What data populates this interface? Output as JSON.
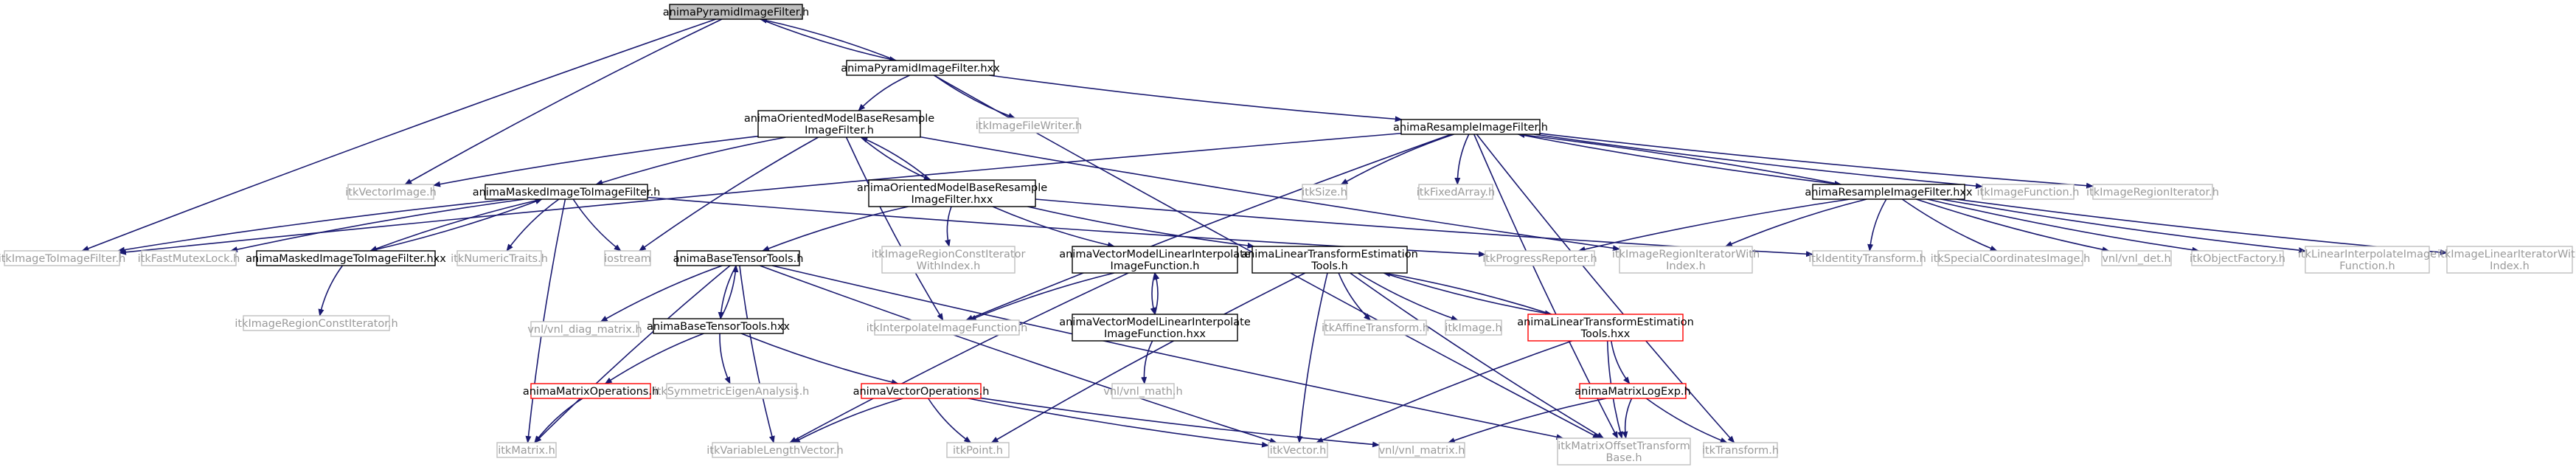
{
  "diagram": {
    "colors": {
      "edge": "#191970",
      "root_fill": "#bfbfbf",
      "documented_border": "#000000",
      "external_border": "#bfbfbf",
      "external_text": "#9a9a9a",
      "partial_border": "#ff0000"
    },
    "nodes": [
      {
        "id": "n_root",
        "kind": "root",
        "lines": [
          "animaPyramidImageFilter.h"
        ]
      },
      {
        "id": "n_pyr_hxx",
        "kind": "doc",
        "lines": [
          "animaPyramidImageFilter.hxx"
        ]
      },
      {
        "id": "n_omb",
        "kind": "doc",
        "lines": [
          "animaOrientedModelBaseResample",
          "ImageFilter.h"
        ]
      },
      {
        "id": "n_filewriter",
        "kind": "sys",
        "lines": [
          "itkImageFileWriter.h"
        ]
      },
      {
        "id": "n_resample_h",
        "kind": "doc",
        "lines": [
          "animaResampleImageFilter.h"
        ]
      },
      {
        "id": "n_vecimg",
        "kind": "sys",
        "lines": [
          "itkVectorImage.h"
        ]
      },
      {
        "id": "n_masked_h",
        "kind": "doc",
        "lines": [
          "animaMaskedImageToImageFilter.h"
        ]
      },
      {
        "id": "n_omb_hxx",
        "kind": "doc",
        "lines": [
          "animaOrientedModelBaseResample",
          "ImageFilter.hxx"
        ]
      },
      {
        "id": "n_size",
        "kind": "sys",
        "lines": [
          "itkSize.h"
        ]
      },
      {
        "id": "n_fixed",
        "kind": "sys",
        "lines": [
          "itkFixedArray.h"
        ]
      },
      {
        "id": "n_resample_hxx",
        "kind": "doc",
        "lines": [
          "animaResampleImageFilter.hxx"
        ]
      },
      {
        "id": "n_imgfunc",
        "kind": "sys",
        "lines": [
          "itkImageFunction.h"
        ]
      },
      {
        "id": "n_imgregit",
        "kind": "sys",
        "lines": [
          "itkImageRegionIterator.h"
        ]
      },
      {
        "id": "n_img2img",
        "kind": "sys",
        "lines": [
          "itkImageToImageFilter.h"
        ]
      },
      {
        "id": "n_fastmutex",
        "kind": "sys",
        "lines": [
          "itkFastMutexLock.h"
        ]
      },
      {
        "id": "n_masked_hxx",
        "kind": "doc",
        "lines": [
          "animaMaskedImageToImageFilter.hxx"
        ]
      },
      {
        "id": "n_numtraits",
        "kind": "sys",
        "lines": [
          "itkNumericTraits.h"
        ]
      },
      {
        "id": "n_iostream",
        "kind": "sys",
        "lines": [
          "iostream"
        ]
      },
      {
        "id": "n_progress",
        "kind": "sys",
        "lines": [
          "itkProgressReporter.h"
        ]
      },
      {
        "id": "n_regitidx",
        "kind": "sys",
        "lines": [
          "itkImageRegionIteratorWith",
          "Index.h"
        ]
      },
      {
        "id": "n_identity",
        "kind": "sys",
        "lines": [
          "itkIdentityTransform.h"
        ]
      },
      {
        "id": "n_specialcoord",
        "kind": "sys",
        "lines": [
          "itkSpecialCoordinatesImage.h"
        ]
      },
      {
        "id": "n_vnldet",
        "kind": "sys",
        "lines": [
          "vnl/vnl_det.h"
        ]
      },
      {
        "id": "n_objfactory",
        "kind": "sys",
        "lines": [
          "itkObjectFactory.h"
        ]
      },
      {
        "id": "n_linearinterp",
        "kind": "sys",
        "lines": [
          "itkLinearInterpolateImage",
          "Function.h"
        ]
      },
      {
        "id": "n_linearit",
        "kind": "sys",
        "lines": [
          "itkImageLinearIteratorWith",
          "Index.h"
        ]
      },
      {
        "id": "n_basetensor_h",
        "kind": "doc",
        "lines": [
          "animaBaseTensorTools.h"
        ]
      },
      {
        "id": "n_regconstit",
        "kind": "sys",
        "lines": [
          "itkImageRegionConstIterator",
          "WithIndex.h"
        ]
      },
      {
        "id": "n_vecmodel_h",
        "kind": "doc",
        "lines": [
          "animaVectorModelLinearInterpolate",
          "ImageFunction.h"
        ]
      },
      {
        "id": "n_lte_h",
        "kind": "doc",
        "lines": [
          "animaLinearTransformEstimation",
          "Tools.h"
        ]
      },
      {
        "id": "n_regconst",
        "kind": "sys",
        "lines": [
          "itkImageRegionConstIterator.h"
        ]
      },
      {
        "id": "n_vnldiag",
        "kind": "sys",
        "lines": [
          "vnl/vnl_diag_matrix.h"
        ]
      },
      {
        "id": "n_interpfunc",
        "kind": "sys",
        "lines": [
          "itkInterpolateImageFunction.h"
        ]
      },
      {
        "id": "n_basetensor_hxx",
        "kind": "doc",
        "lines": [
          "animaBaseTensorTools.hxx"
        ]
      },
      {
        "id": "n_vecmodel_hxx",
        "kind": "doc",
        "lines": [
          "animaVectorModelLinearInterpolate",
          "ImageFunction.hxx"
        ]
      },
      {
        "id": "n_affine",
        "kind": "sys",
        "lines": [
          "itkAffineTransform.h"
        ]
      },
      {
        "id": "n_itkimage",
        "kind": "sys",
        "lines": [
          "itkImage.h"
        ]
      },
      {
        "id": "n_lte_hxx",
        "kind": "part",
        "lines": [
          "animaLinearTransformEstimation",
          "Tools.hxx"
        ]
      },
      {
        "id": "n_matrixops",
        "kind": "part",
        "lines": [
          "animaMatrixOperations.h"
        ]
      },
      {
        "id": "n_symeigen",
        "kind": "sys",
        "lines": [
          "itkSymmetricEigenAnalysis.h"
        ]
      },
      {
        "id": "n_vecops",
        "kind": "part",
        "lines": [
          "animaVectorOperations.h"
        ]
      },
      {
        "id": "n_vnlmath",
        "kind": "sys",
        "lines": [
          "vnl/vnl_math.h"
        ]
      },
      {
        "id": "n_matlogexp",
        "kind": "part",
        "lines": [
          "animaMatrixLogExp.h"
        ]
      },
      {
        "id": "n_itkmatrix",
        "kind": "sys",
        "lines": [
          "itkMatrix.h"
        ]
      },
      {
        "id": "n_varlen",
        "kind": "sys",
        "lines": [
          "itkVariableLengthVector.h"
        ]
      },
      {
        "id": "n_point",
        "kind": "sys",
        "lines": [
          "itkPoint.h"
        ]
      },
      {
        "id": "n_vector",
        "kind": "sys",
        "lines": [
          "itkVector.h"
        ]
      },
      {
        "id": "n_vnlmatrix",
        "kind": "sys",
        "lines": [
          "vnl/vnl_matrix.h"
        ]
      },
      {
        "id": "n_matoffset",
        "kind": "sys",
        "lines": [
          "itkMatrixOffsetTransform",
          "Base.h"
        ]
      },
      {
        "id": "n_transform",
        "kind": "sys",
        "lines": [
          "itkTransform.h"
        ]
      }
    ]
  }
}
